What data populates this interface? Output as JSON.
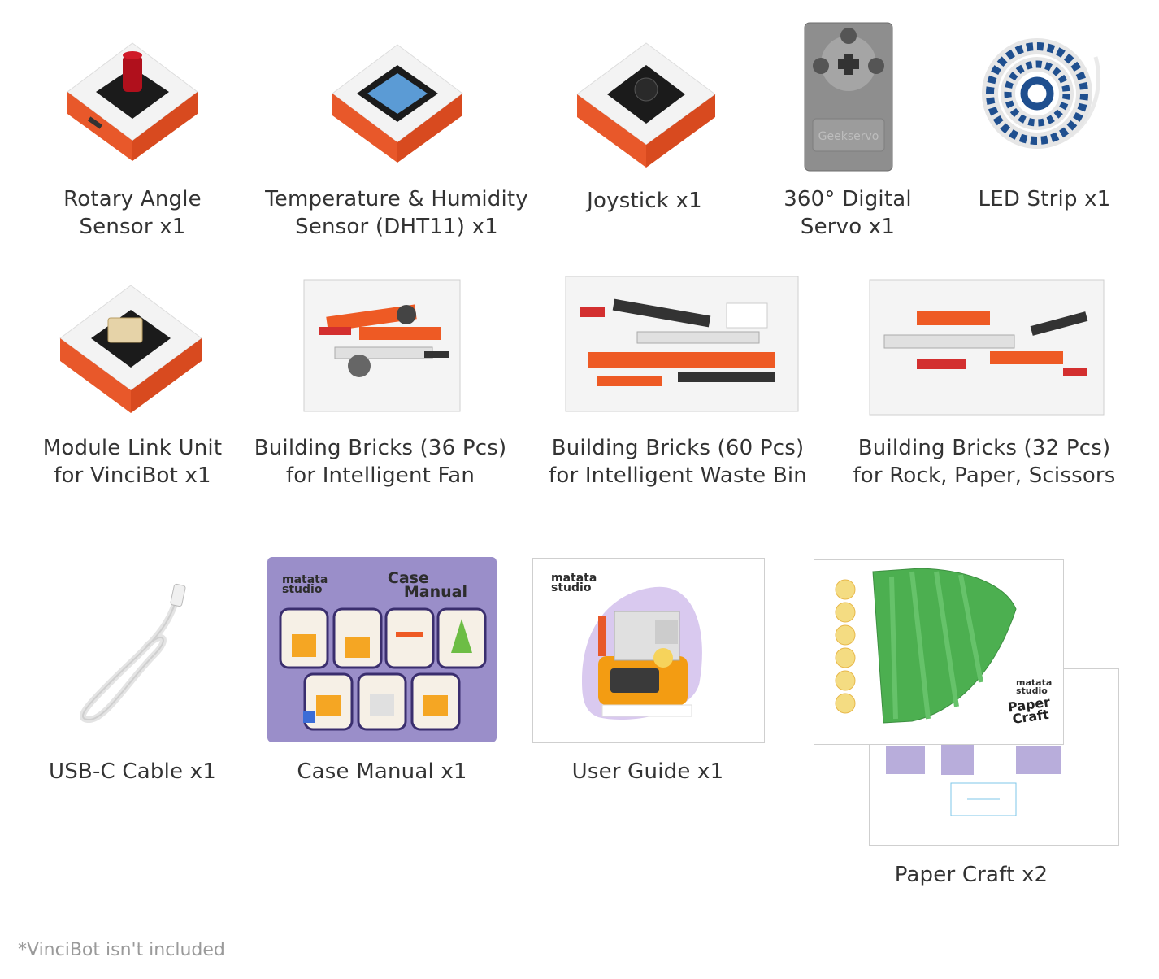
{
  "items": [
    {
      "line1": "Rotary Angle",
      "line2": "Sensor x1"
    },
    {
      "line1": "Temperature & Humidity",
      "line2": "Sensor (DHT11) x1"
    },
    {
      "line1": "Joystick x1",
      "line2": ""
    },
    {
      "line1": "360° Digital",
      "line2": "Servo x1"
    },
    {
      "line1": "LED Strip x1",
      "line2": ""
    },
    {
      "line1": "Module Link Unit",
      "line2": "for VinciBot x1"
    },
    {
      "line1": "Building Bricks (36 Pcs)",
      "line2": "for Intelligent Fan"
    },
    {
      "line1": "Building Bricks (60 Pcs)",
      "line2": "for Intelligent Waste Bin"
    },
    {
      "line1": "Building Bricks (32 Pcs)",
      "line2": "for Rock, Paper, Scissors"
    },
    {
      "line1": "USB-C Cable x1",
      "line2": ""
    },
    {
      "line1": "Case Manual x1",
      "line2": ""
    },
    {
      "line1": "User Guide x1",
      "line2": ""
    },
    {
      "line1": "Paper Craft x2",
      "line2": ""
    }
  ],
  "printed": {
    "servo_brand": "Geekservo",
    "brand_line1": "matata",
    "brand_line2": "studio",
    "case_title_1": "Case",
    "case_title_2": "Manual",
    "paper_craft_1": "Paper",
    "paper_craft_2": "Craft"
  },
  "footnote": "*VinciBot isn't included",
  "colors": {
    "module_orange": "#e8582a",
    "manual_purple": "#9a8ec9",
    "lego_orange": "#ee5a24",
    "led_blue": "#1f4f8f",
    "craft_green": "#4caf50"
  }
}
